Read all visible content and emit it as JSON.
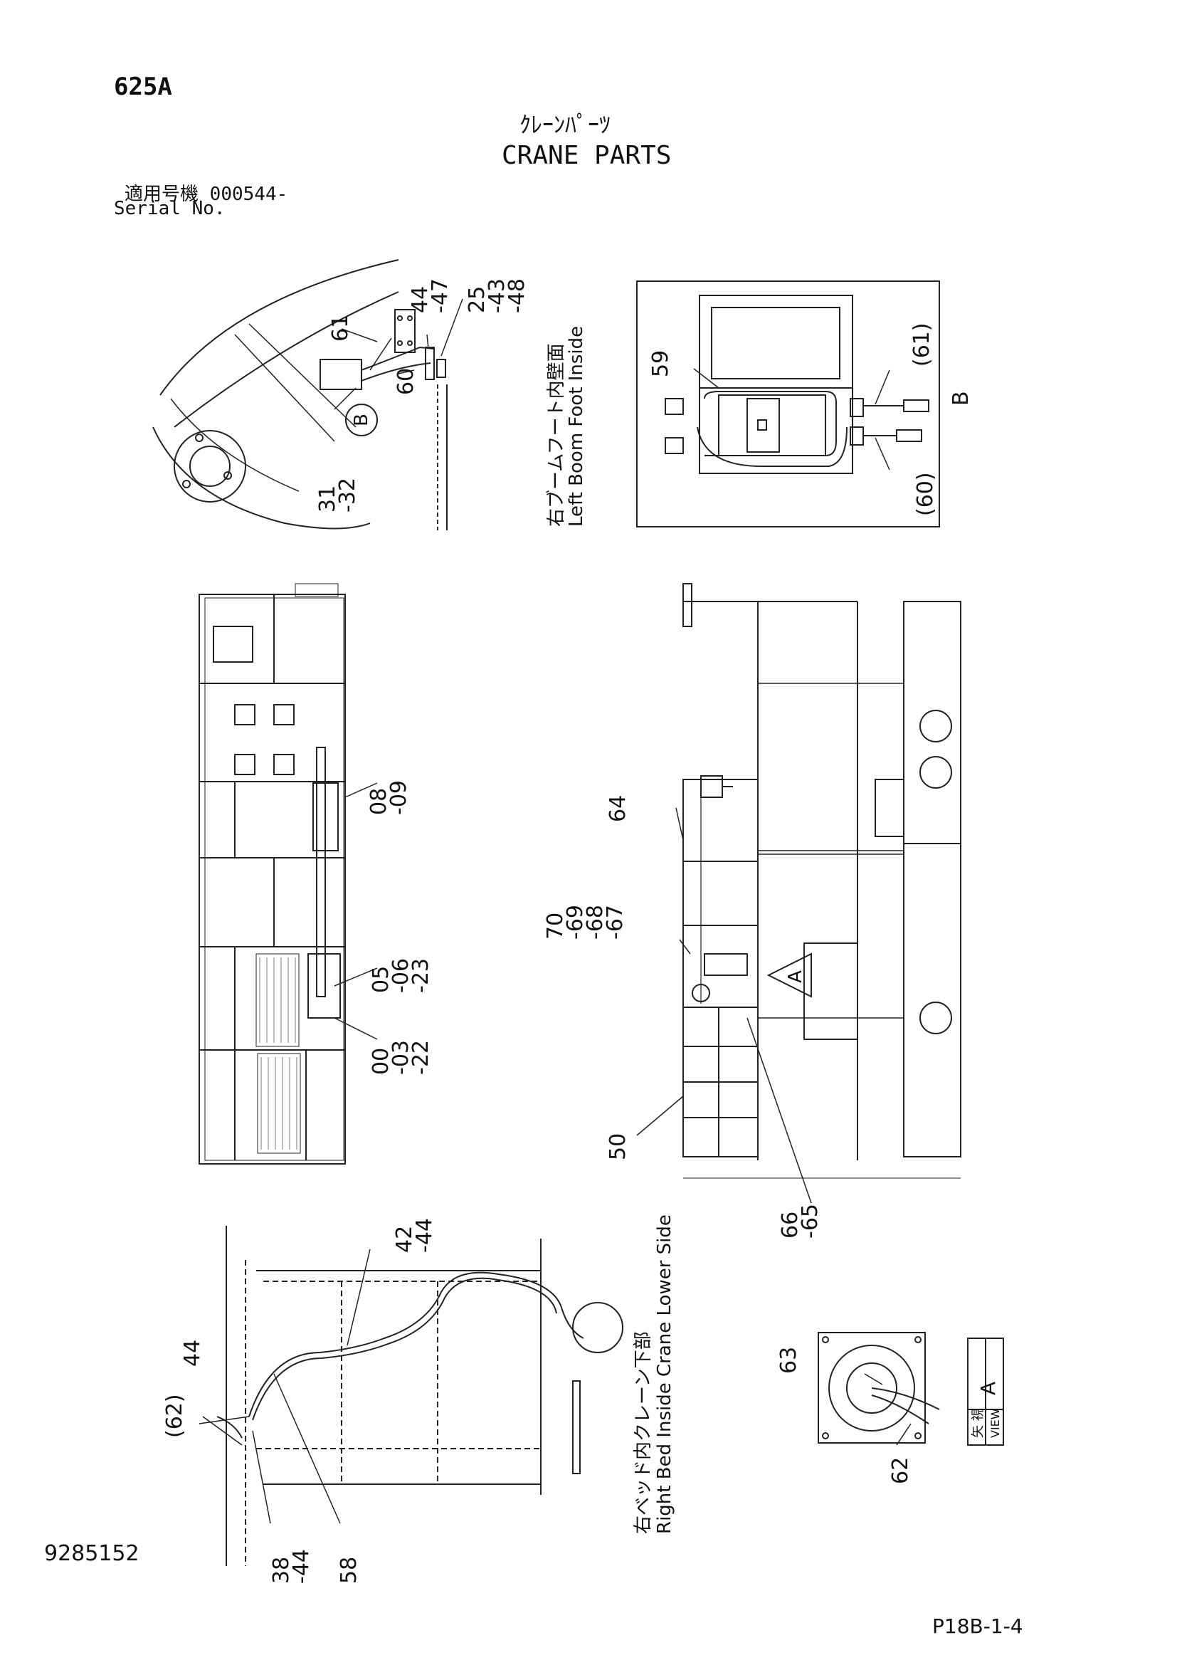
{
  "header": {
    "model": "625A",
    "title_jp": "ｸﾚｰﾝﾊﾟｰﾂ",
    "title_en": "CRANE PARTS",
    "serial_label_jp": "適用号機",
    "serial_value": "000544-",
    "serial_label_en": "Serial No."
  },
  "views": {
    "left_boom": {
      "caption_jp": "右ブームフート内壁面",
      "caption_en": "Left Boom Foot Inside",
      "callout": "B"
    },
    "view_b": {
      "callout": "B"
    },
    "right_bed": {
      "caption_jp": "右ベッド内クレーン下部",
      "caption_en": "Right Bed Inside Crane Lower Side"
    },
    "view_a": {
      "jp": "矢 視",
      "en": "VIEW",
      "letter": "A"
    },
    "side_callout": "A"
  },
  "part_labels": {
    "g1": [
      "44",
      "47"
    ],
    "g2": [
      "25",
      "43",
      "48"
    ],
    "p61a": "61",
    "p60a": "60",
    "g3": [
      "31",
      "32"
    ],
    "p59": "59",
    "p61b": "(61)",
    "p60b": "(60)",
    "g4": [
      "08",
      "09"
    ],
    "g5": [
      "05",
      "06",
      "23"
    ],
    "g6": [
      "00",
      "03",
      "22"
    ],
    "p64": "64",
    "g7": [
      "70",
      "69",
      "68",
      "67"
    ],
    "p50": "50",
    "g8": [
      "66",
      "65"
    ],
    "g9": [
      "42",
      "44"
    ],
    "p44": "44",
    "p62a": "(62)",
    "g10": [
      "38",
      "44"
    ],
    "p58": "58",
    "p63": "63",
    "p62b": "62"
  },
  "footer": {
    "doc_number": "9285152",
    "page_code": "P18B-1-4"
  }
}
